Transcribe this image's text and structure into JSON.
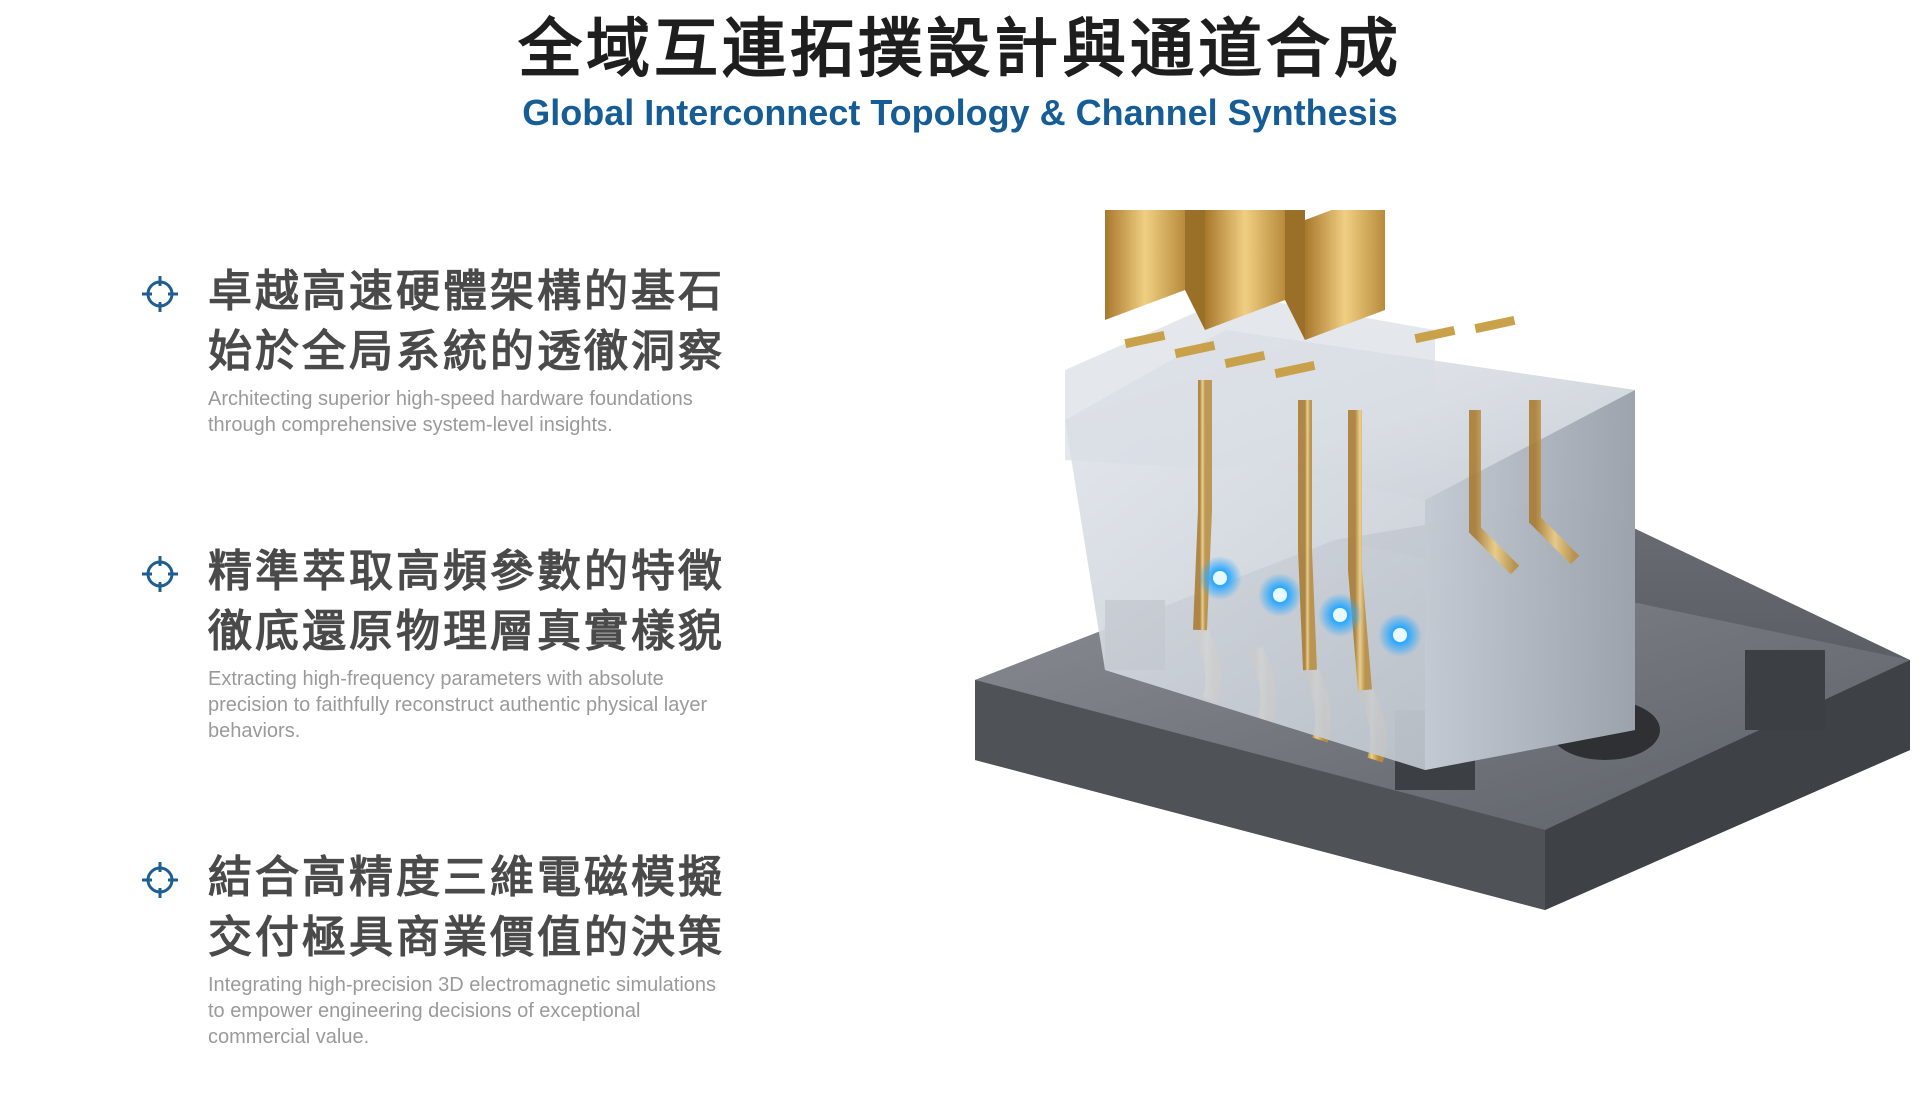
{
  "header": {
    "title_zh": "全域互連拓撲設計與通道合成",
    "title_en": "Global Interconnect Topology & Channel Synthesis"
  },
  "features": [
    {
      "icon": "crosshair-target-icon",
      "zh_line1": "卓越高速硬體架構的基石",
      "zh_line2": "始於全局系統的透徹洞察",
      "en_line1": "Architecting superior high-speed hardware foundations",
      "en_line2": "through comprehensive system-level insights."
    },
    {
      "icon": "crosshair-target-icon",
      "zh_line1": "精準萃取高頻參數的特徵",
      "zh_line2": "徹底還原物理層真實樣貌",
      "en_line1": "Extracting high-frequency parameters with absolute",
      "en_line2": "precision to faithfully reconstruct authentic physical layer",
      "en_line3": "behaviors."
    },
    {
      "icon": "crosshair-target-icon",
      "zh_line1": "結合高精度三維電磁模擬",
      "zh_line2": "交付極具商業價值的決策",
      "en_line1": "Integrating high-precision 3D electromagnetic simulations",
      "en_line2": "to empower engineering decisions of exceptional",
      "en_line3": "commercial value."
    }
  ],
  "colors": {
    "title": "#1e1e1e",
    "subtitle_blue": "#155d94",
    "heading_gray": "#4a4a4a",
    "body_gray": "#9a9a9a",
    "icon_blue": "#1f5f8f",
    "gold": "#c9a14a",
    "glow": "#2aa8ff"
  }
}
